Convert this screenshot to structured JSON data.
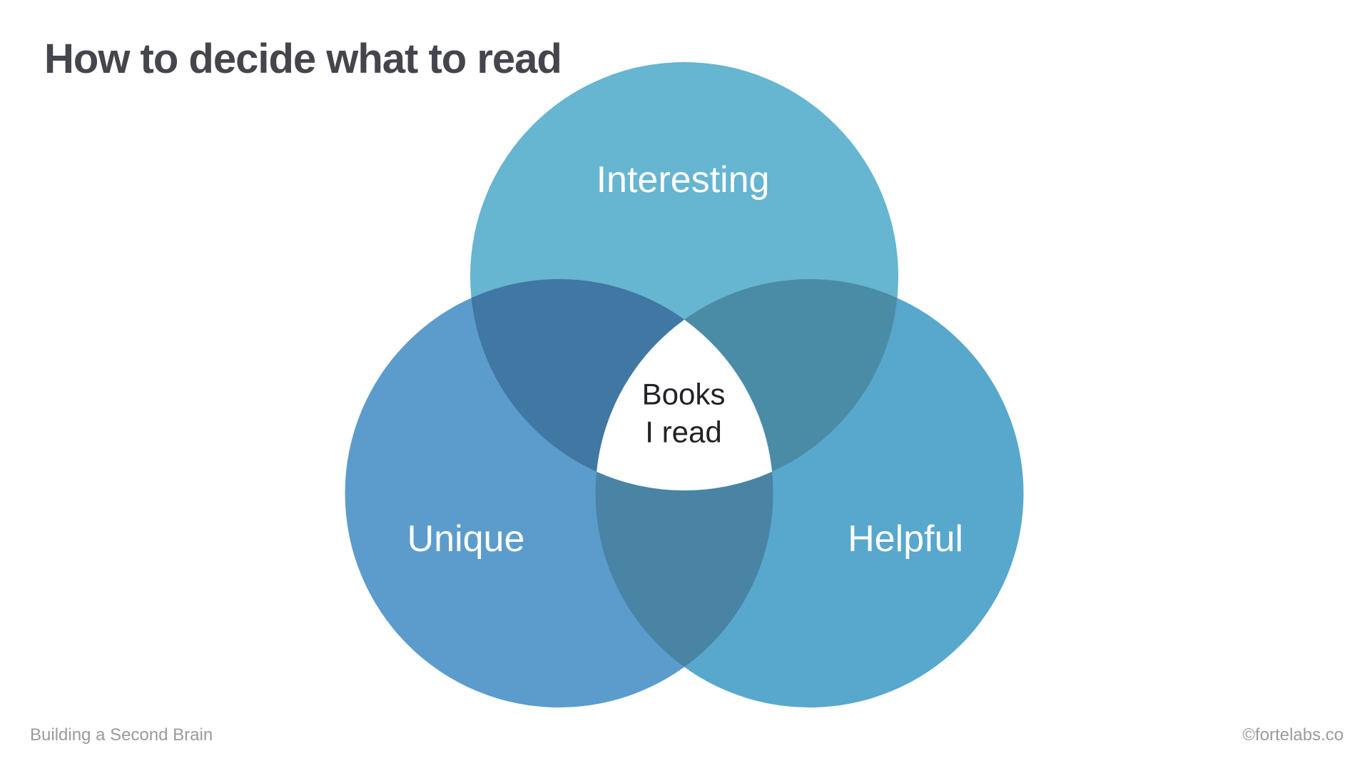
{
  "title": "How to decide what to read",
  "venn": {
    "sets": [
      {
        "label": "Interesting",
        "color": "#66b5d1"
      },
      {
        "label": "Unique",
        "color": "#5b9ccd"
      },
      {
        "label": "Helpful",
        "color": "#58a7cd"
      }
    ],
    "overlaps": [
      {
        "name": "interesting-unique",
        "color": "#4077a3"
      },
      {
        "name": "interesting-helpful",
        "color": "#4a8ca6"
      },
      {
        "name": "unique-helpful",
        "color": "#4984a4"
      }
    ],
    "center": {
      "lines": [
        "Books",
        "I read"
      ],
      "fill": "#ffffff"
    }
  },
  "footer": {
    "left": "Building a Second Brain",
    "right": "©fortelabs.co"
  },
  "colors": {
    "background": "#ffffff",
    "title_text": "#45454d",
    "footer_text": "#9b9b9b",
    "label_text": "#ffffff",
    "center_text": "#222227"
  }
}
